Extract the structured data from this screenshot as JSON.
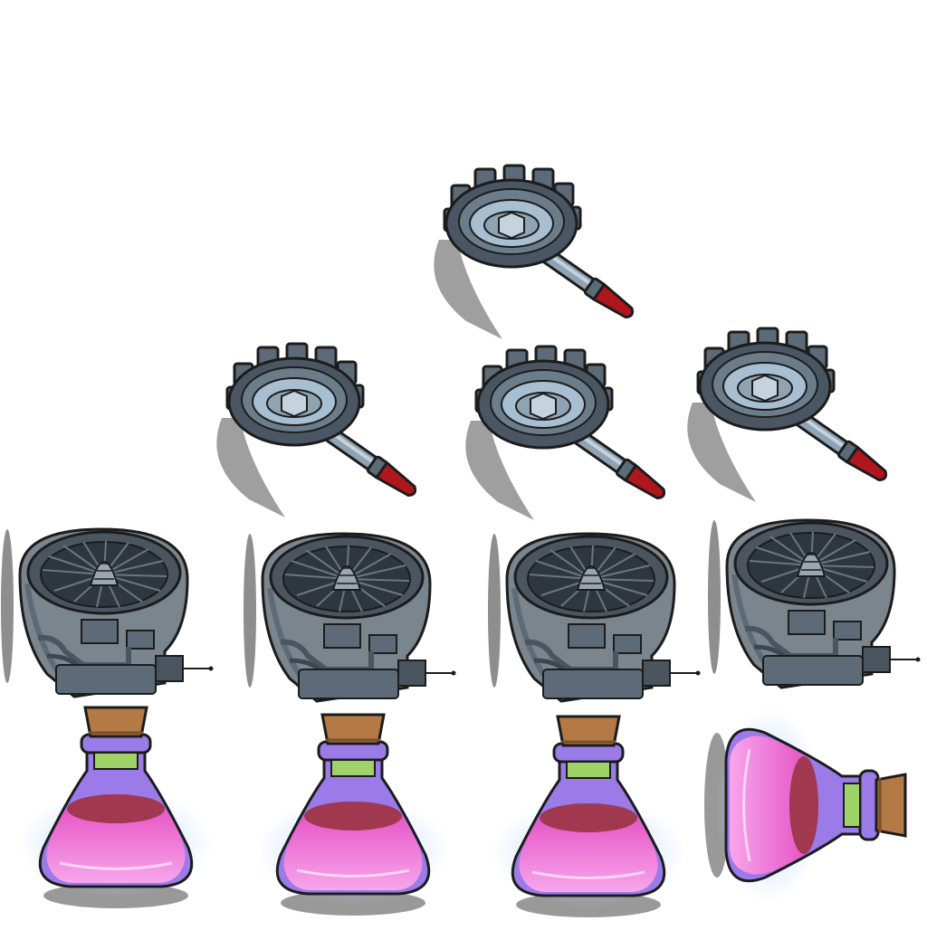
{
  "scene": {
    "background": "#ffffff",
    "sprite_sheet": "game-item-sprites"
  },
  "colors": {
    "metal_dark": "#3b4650",
    "metal_mid": "#5d6b78",
    "metal_light": "#8fa3b3",
    "handle_red": "#b0161d",
    "shadow": "#8e8e8e",
    "glass_purple": "#9b7be8",
    "liquid_pink": "#f06ae0",
    "liquid_dark": "#a03850",
    "cork": "#b37a45",
    "neck_green": "#9fd36a",
    "glow": "#b9d4ff",
    "outline": "#1c1c1c"
  },
  "sprites": {
    "rows": [
      {
        "name": "gear-hammer-row",
        "icon": "gear-hammer-icon",
        "count": 4
      },
      {
        "name": "jet-engine-row",
        "icon": "jet-engine-icon",
        "count": 4
      },
      {
        "name": "potion-flask-row",
        "icon": "potion-flask-icon",
        "count": 4
      }
    ]
  }
}
